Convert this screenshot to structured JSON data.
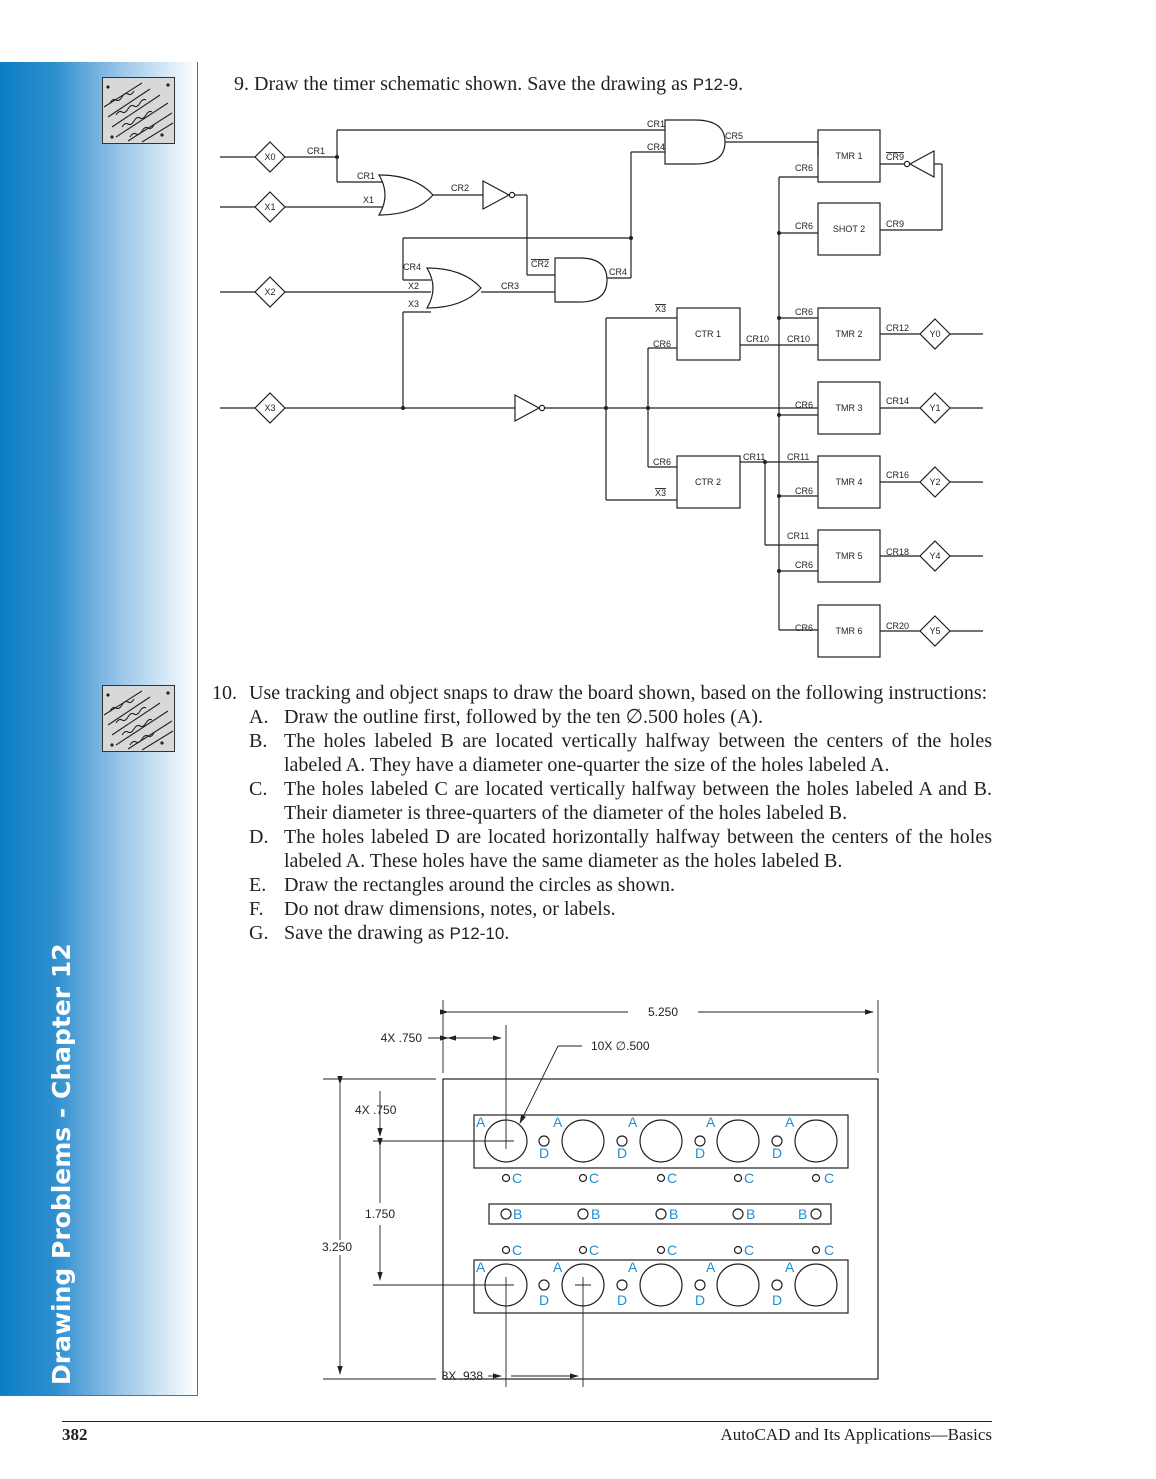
{
  "sidebar": {
    "title": "Drawing Problems - Chapter 12",
    "color": "#0a7fc4"
  },
  "problem9": {
    "number": "9.",
    "text": "Draw the timer schematic shown. Save the drawing as ",
    "filename": "P12-9",
    "end": "."
  },
  "schematic": {
    "inputs": [
      "X0",
      "X1",
      "X2",
      "X3"
    ],
    "outputs": [
      "Y0",
      "Y1",
      "Y2",
      "Y4",
      "Y5"
    ],
    "blocks": [
      "TMR 1",
      "SHOT 2",
      "CTR 1",
      "CTR 2",
      "TMR 2",
      "TMR 3",
      "TMR 4",
      "TMR 5",
      "TMR 6"
    ],
    "signals": {
      "cr1": "CR1",
      "cr2": "CR2",
      "cr3": "CR3",
      "cr4": "CR4",
      "cr5": "CR5",
      "cr6": "CR6",
      "cr9": "CR9",
      "cr10": "CR10",
      "cr11": "CR11",
      "cr12": "CR12",
      "cr14": "CR14",
      "cr16": "CR16",
      "cr18": "CR18",
      "cr20": "CR20",
      "x1": "X1",
      "x2": "X2",
      "x3": "X3"
    }
  },
  "problem10": {
    "number": "10.",
    "intro": "Use tracking and object snaps to draw the board shown, based on the following instructions:",
    "steps": [
      {
        "letter": "A.",
        "text": "Draw the outline first, followed by the ten ∅.500 holes (A)."
      },
      {
        "letter": "B.",
        "text": "The holes labeled B are located vertically halfway between the centers of the holes labeled A. They have a diameter one-quarter the size of the holes labeled A."
      },
      {
        "letter": "C.",
        "text": "The holes labeled C are located vertically halfway between the holes labeled A and B. Their diameter is three-quarters of the diameter of the holes labeled B."
      },
      {
        "letter": "D.",
        "text": "The holes labeled D are located horizontally halfway between the centers of the holes labeled A. These holes have the same diameter as the holes labeled B."
      },
      {
        "letter": "E.",
        "text": "Draw the rectangles around the circles as shown."
      },
      {
        "letter": "F.",
        "text": "Do not draw dimensions, notes, or labels."
      },
      {
        "letter": "G.",
        "text": "Save the drawing as ",
        "filename": "P12-10",
        "end": "."
      }
    ]
  },
  "board": {
    "dim_width": "5.250",
    "dim_4x_top": "4X  .750",
    "dim_holes": "10X  ∅.500",
    "dim_4x_left": "4X  .750",
    "dim_1750": "1.750",
    "dim_3250": "3.250",
    "dim_8x": "8X  .938",
    "label_a": "A",
    "label_b": "B",
    "label_c": "C",
    "label_d": "D",
    "label_color": "#1f8fd1"
  },
  "footer": {
    "page_number": "382",
    "running_title": "AutoCAD and Its Applications—Basics"
  }
}
